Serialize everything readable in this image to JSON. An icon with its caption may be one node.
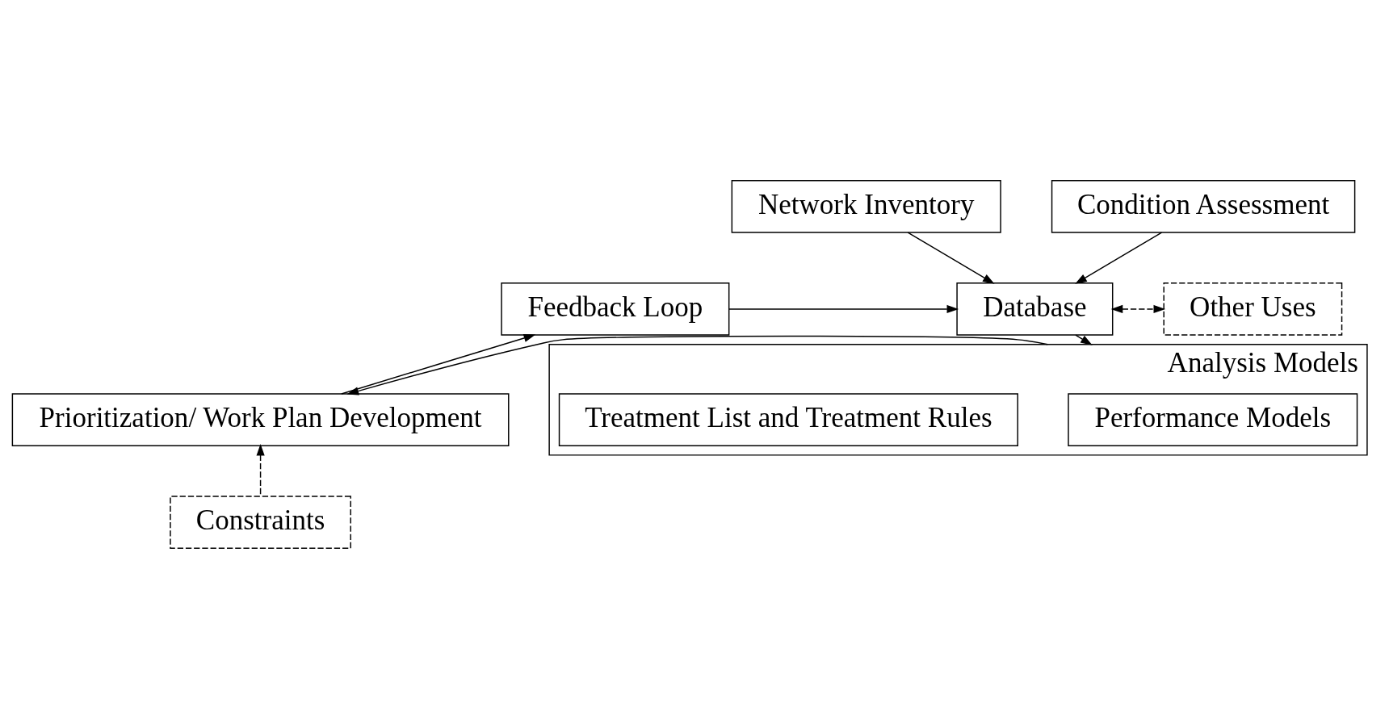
{
  "diagram": {
    "nodes": [
      {
        "text": [
          "Network Inventory"
        ]
      },
      {
        "text": [
          "Condition Assessment"
        ]
      },
      {
        "text": [
          "Feedback Loop"
        ]
      },
      {
        "text": [
          "Database"
        ]
      },
      {
        "text": [
          "Other Uses"
        ]
      },
      {
        "text": [
          "Analysis Models"
        ]
      },
      {
        "text": [
          "Performance Models"
        ],
        "in": 5
      },
      {
        "text": [
          "Treatment List and Treatment Rules"
        ],
        "in": 5
      },
      {
        "text": [
          "Prioritization/ Work Plan Development"
        ]
      },
      {
        "text": [
          "Constraints"
        ]
      }
    ],
    "edges": [
      {
        "from": 0,
        "to": 3,
        "arrow": "to"
      },
      {
        "from": 1,
        "to": 3,
        "arrow": "to"
      },
      {
        "from": 2,
        "to": 3,
        "arrow": "to"
      },
      {
        "from": 3,
        "to": 4,
        "arrow": "both",
        "style": "dashed"
      },
      {
        "from": 3,
        "to": 5,
        "arrow": "to"
      },
      {
        "from": 5,
        "to": 8,
        "arrow": "to"
      },
      {
        "from": 8,
        "to": 2,
        "arrow": "to"
      },
      {
        "from": 9,
        "to": 8,
        "arrow": "to",
        "style": "dashed"
      }
    ]
  }
}
